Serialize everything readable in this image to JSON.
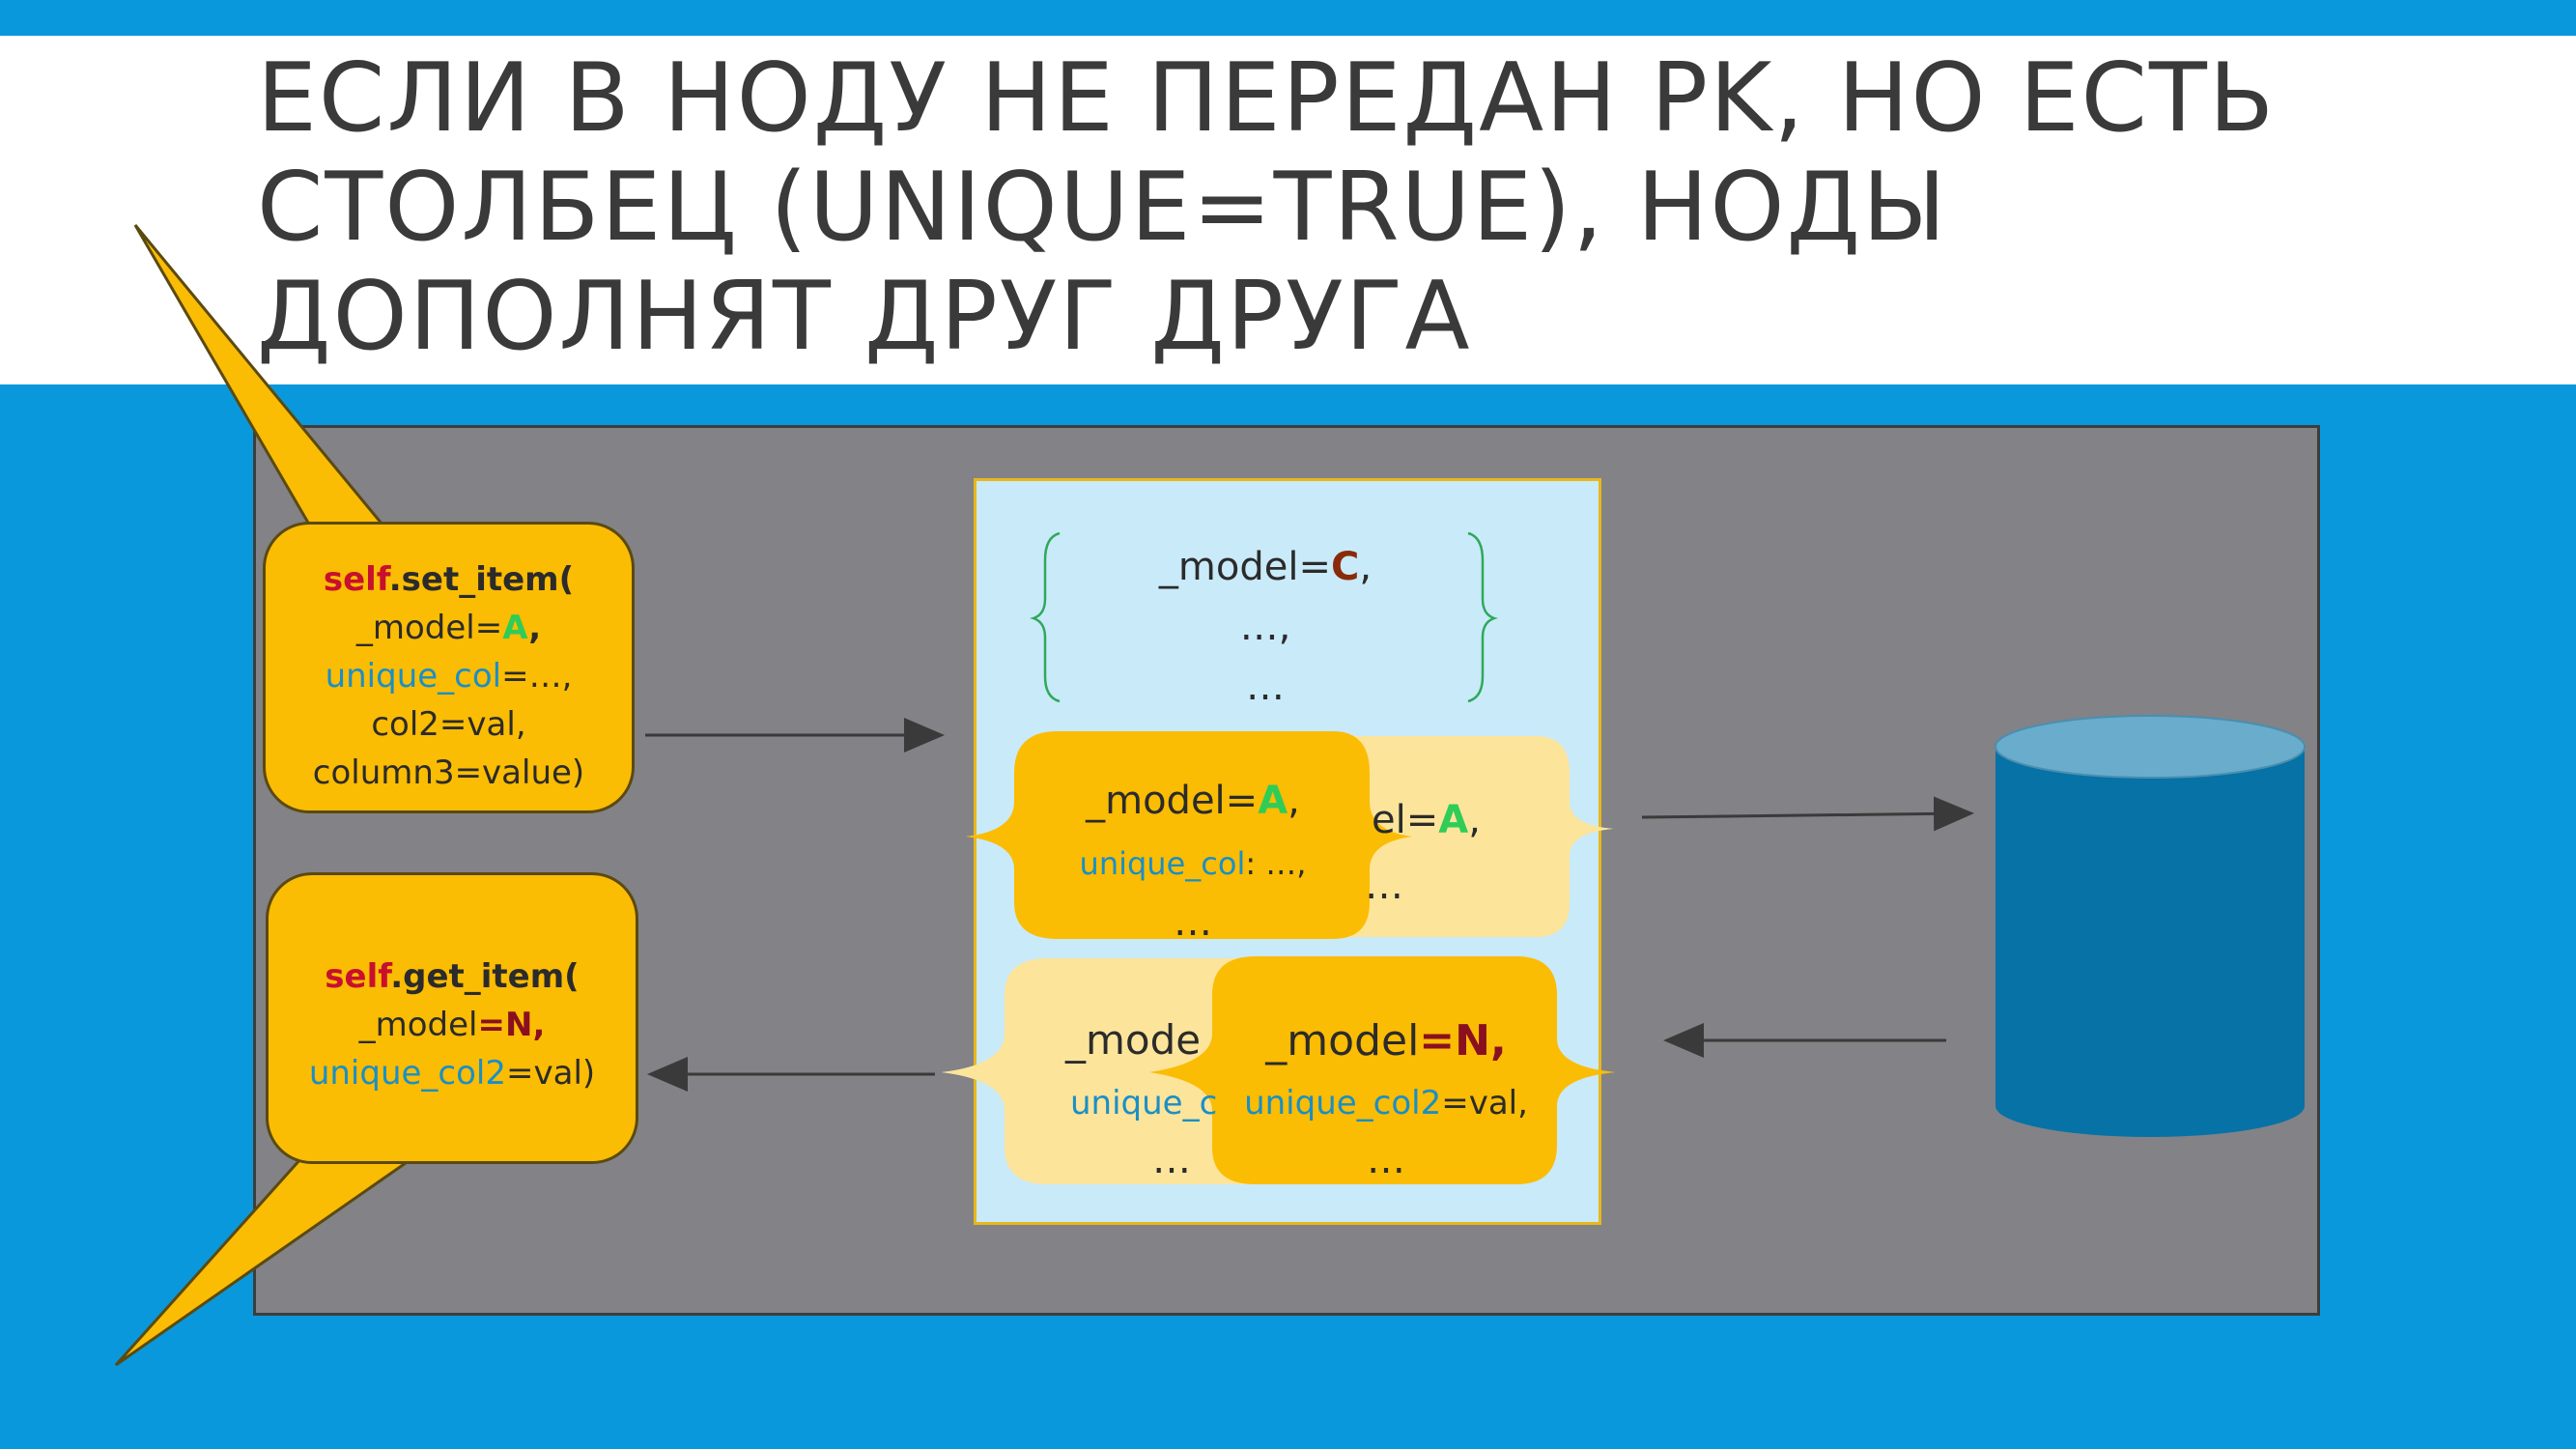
{
  "title": {
    "line1": "ЕСЛИ В НОДУ НЕ ПЕРЕДАН PK, НО ЕСТЬ",
    "line2": "СТОЛБЕЦ (UNIQUE=TRUE), НОДЫ",
    "line3": "ДОПОЛНЯТ ДРУГ ДРУГА"
  },
  "set_call": {
    "self": "self",
    "method": ".set_item(",
    "model_prefix": "_model=",
    "model_value": "A",
    "comma": ",",
    "unique_key": "unique_col",
    "unique_rest": "=…,",
    "line4": "col2=val,",
    "line5": "column3=value)"
  },
  "get_call": {
    "self": "self",
    "method": ".get_item(",
    "model_prefix": "_model",
    "model_value": "=N,",
    "unique_key": "unique_col2",
    "unique_rest": "=val)"
  },
  "node_c": {
    "model_prefix": "_model=",
    "model_value": "C",
    "comma": ",",
    "line2": "…,",
    "line3": "…"
  },
  "node_a_back": {
    "partial": "el=",
    "model_value": "A",
    "comma": ",",
    "dots": "…"
  },
  "node_a_front": {
    "model_prefix": "_model=",
    "model_value": "A",
    "comma": ",",
    "unique_key": "unique_col",
    "unique_rest": ": …,",
    "dots": "…"
  },
  "node_n_back": {
    "partial": "_mode",
    "unique_partial": "unique_c",
    "dots": "…"
  },
  "node_n_front": {
    "model_prefix": "_model",
    "model_value": "=N,",
    "unique_key": "unique_col2",
    "unique_rest": "=val,",
    "dots": "…"
  },
  "colors": {
    "background": "#0a98dd",
    "panel": "#828287",
    "bubble": "#fbbc04",
    "node_light": "#fde49b",
    "center_box": "#c9eaf9",
    "database_top": "#6aaccc",
    "database_body": "#0672a6",
    "model_A": "#2fcc58",
    "model_C": "#8a2a0a",
    "model_N": "#8a1020",
    "self_keyword": "#c8102e",
    "unique_col": "#1b8fc4"
  }
}
